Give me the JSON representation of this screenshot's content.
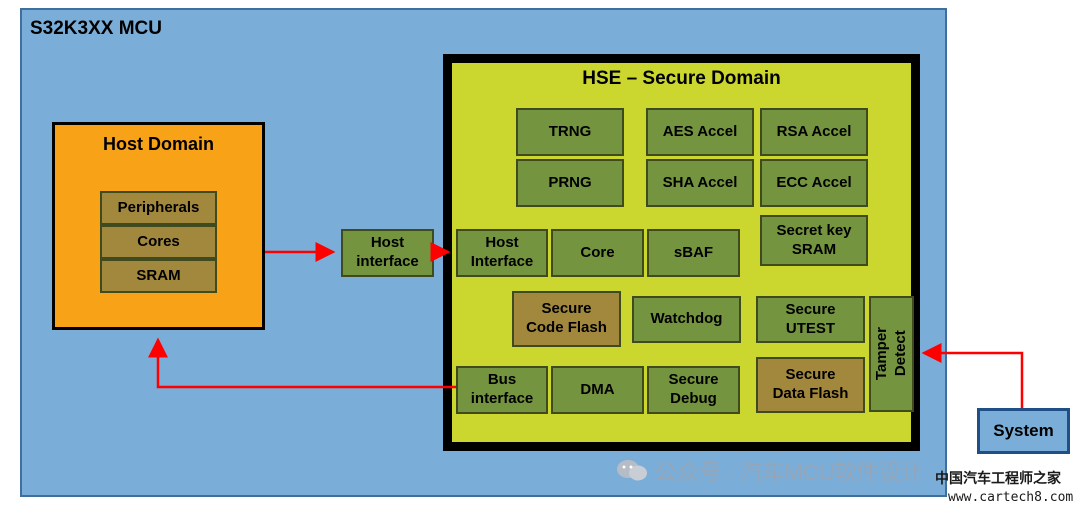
{
  "mcu": {
    "title": "S32K3XX MCU"
  },
  "host_domain": {
    "title": "Host Domain",
    "items": [
      "Peripherals",
      "Cores",
      "SRAM"
    ]
  },
  "host_interface_outer": {
    "line1": "Host",
    "line2": "interface"
  },
  "hse": {
    "title": "HSE – Secure Domain",
    "blocks": {
      "trng": "TRNG",
      "prng": "PRNG",
      "aes": "AES Accel",
      "sha": "SHA Accel",
      "rsa": "RSA Accel",
      "ecc": "ECC Accel",
      "host_if_1": "Host",
      "host_if_2": "Interface",
      "core": "Core",
      "sbaf": "sBAF",
      "secret_1": "Secret key",
      "secret_2": "SRAM",
      "scf_1": "Secure",
      "scf_2": "Code Flash",
      "watchdog": "Watchdog",
      "utest_1": "Secure",
      "utest_2": "UTEST",
      "tamper_1": "Tamper",
      "tamper_2": "Detect",
      "bus_1": "Bus",
      "bus_2": "interface",
      "dma": "DMA",
      "debug_1": "Secure",
      "debug_2": "Debug",
      "sdf_1": "Secure",
      "sdf_2": "Data Flash"
    }
  },
  "system": {
    "label": "System"
  },
  "watermark": {
    "text": "公众号 · 汽车MCU软件设计",
    "site_cn": "中国汽车工程师之家",
    "site_url": "www.cartech8.com"
  },
  "colors": {
    "mcu_bg": "#7aaed8",
    "hse_bg": "#cbd62f",
    "host_bg": "#f8a218",
    "block_green": "#74943f",
    "block_olive": "#a2883d",
    "arrow": "#ff0000"
  }
}
